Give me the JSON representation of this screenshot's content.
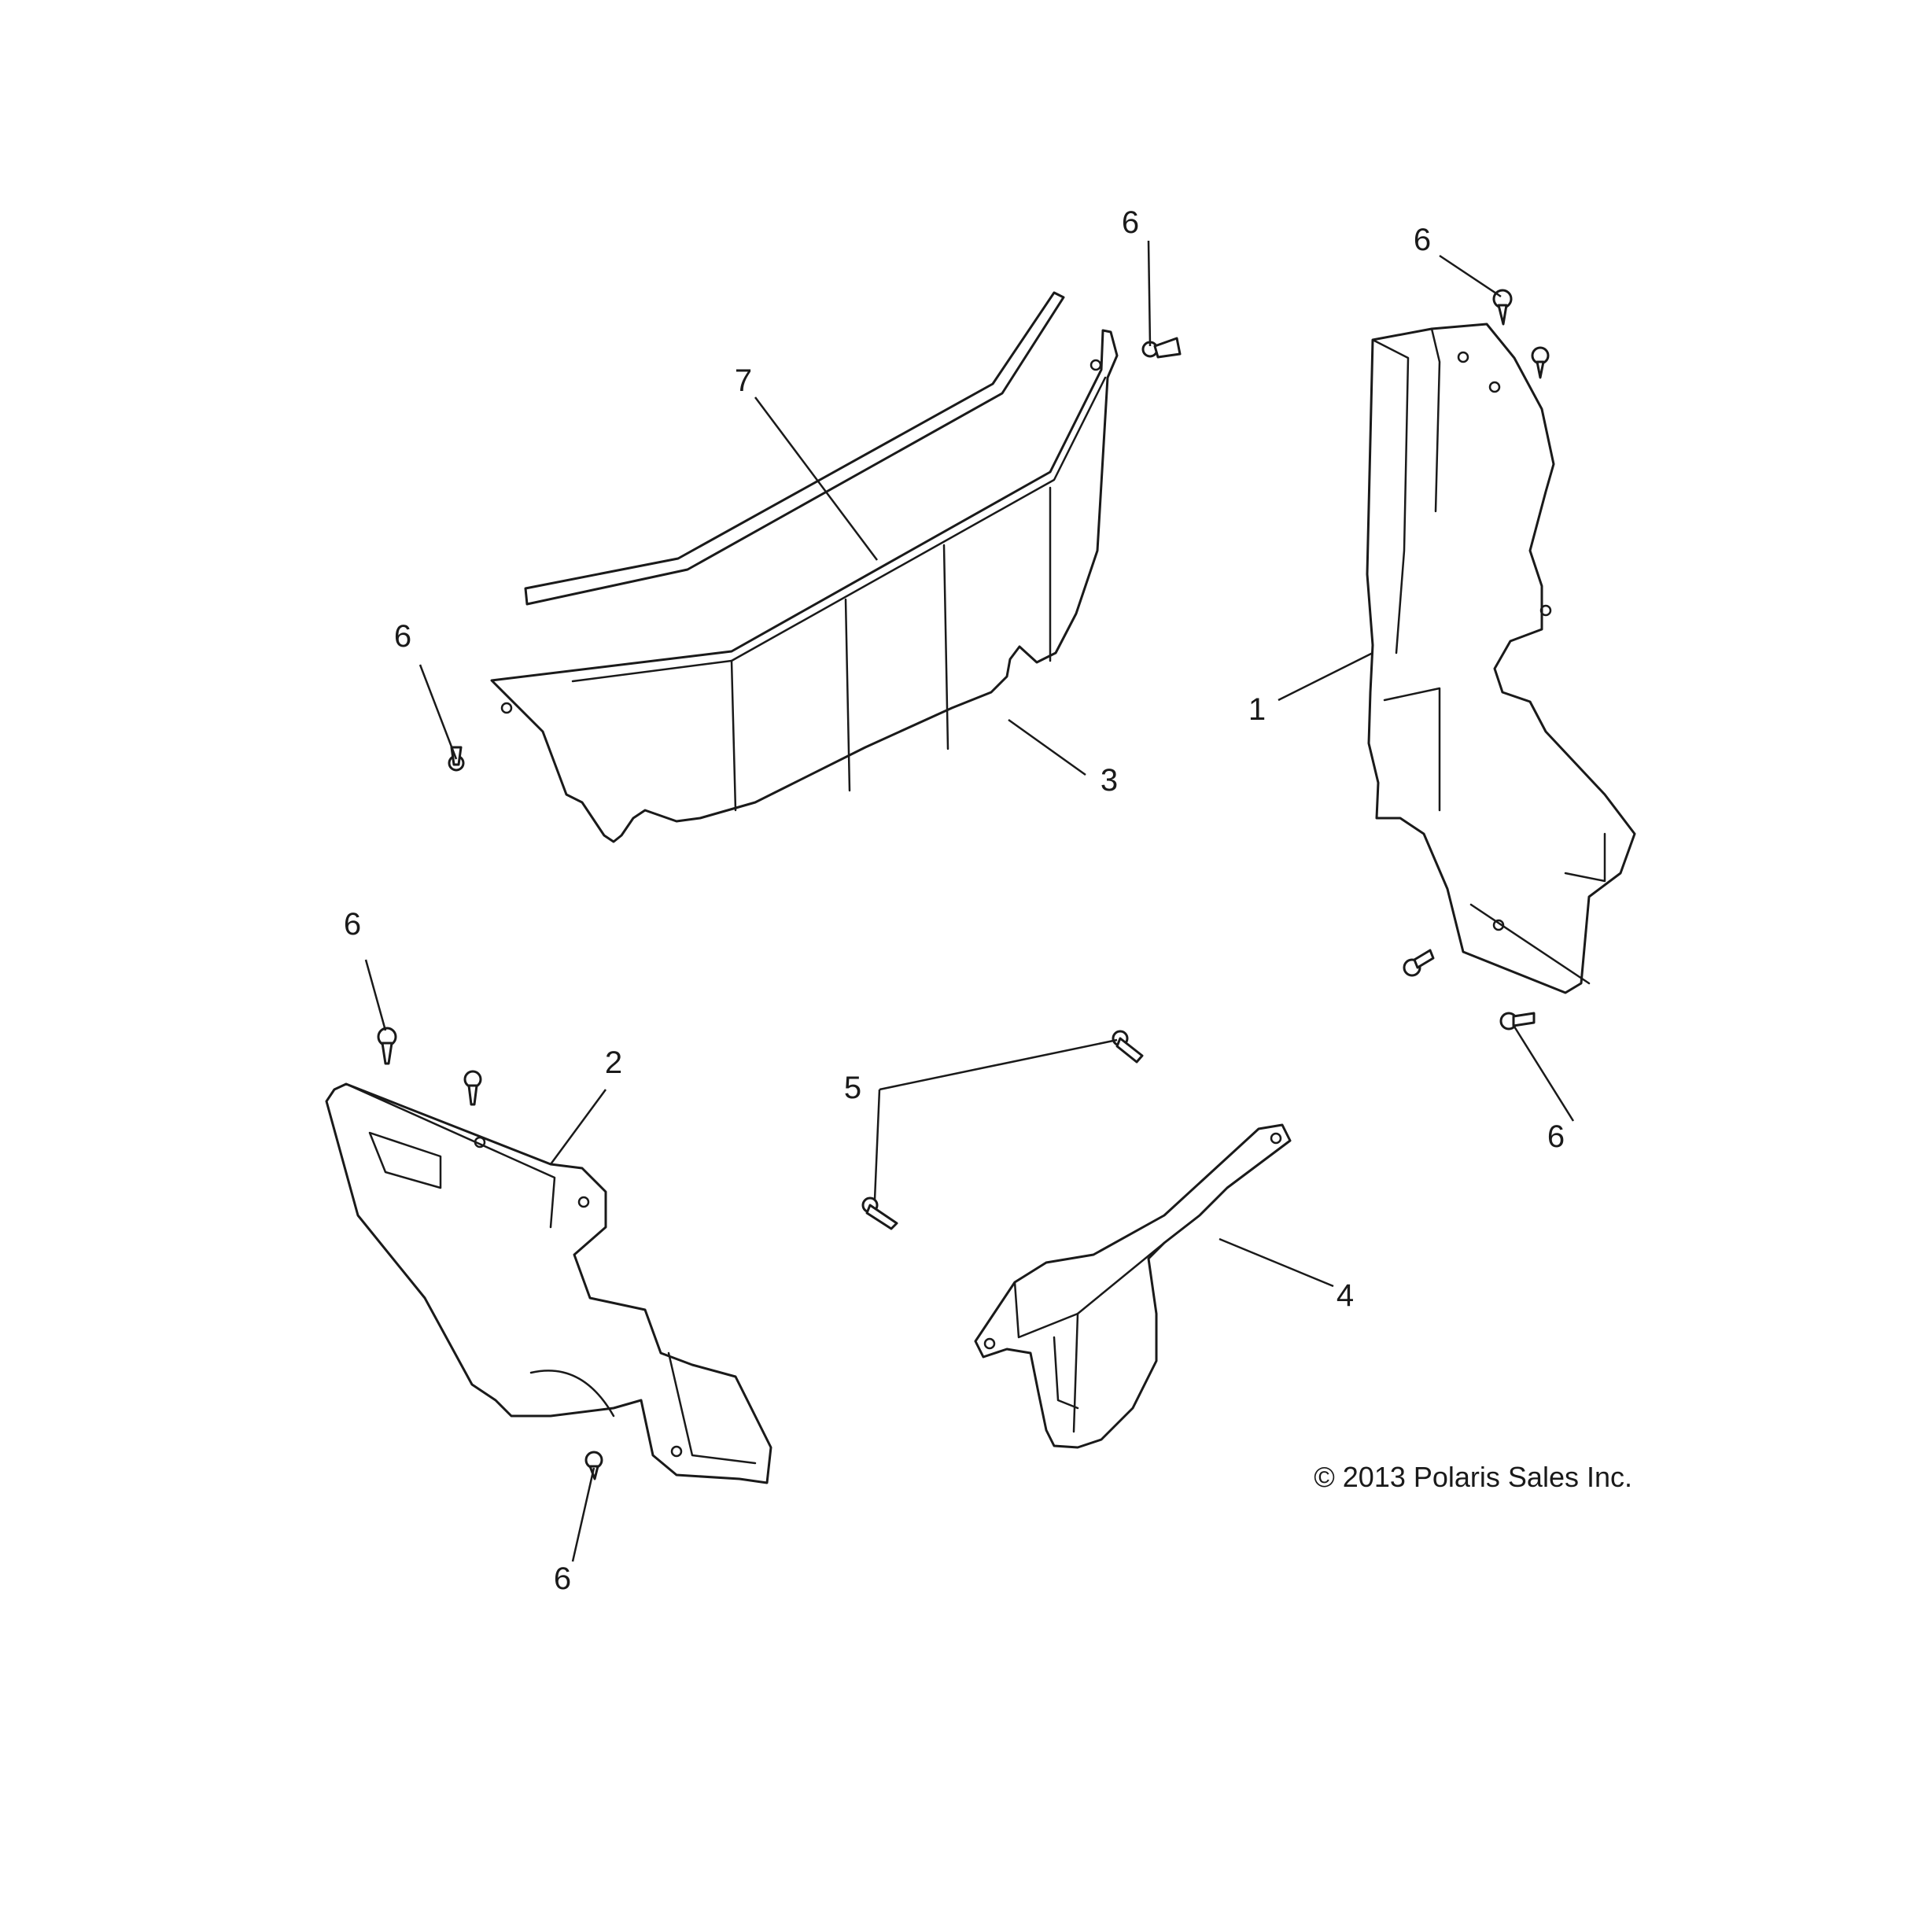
{
  "callouts": {
    "c1": "1",
    "c2": "2",
    "c3": "3",
    "c4": "4",
    "c5": "5",
    "c6": "6",
    "c7": "7"
  },
  "copyright": "© 2013 Polaris Sales Inc.",
  "colors": {
    "line": "#1a1a1a",
    "background": "#ffffff"
  }
}
